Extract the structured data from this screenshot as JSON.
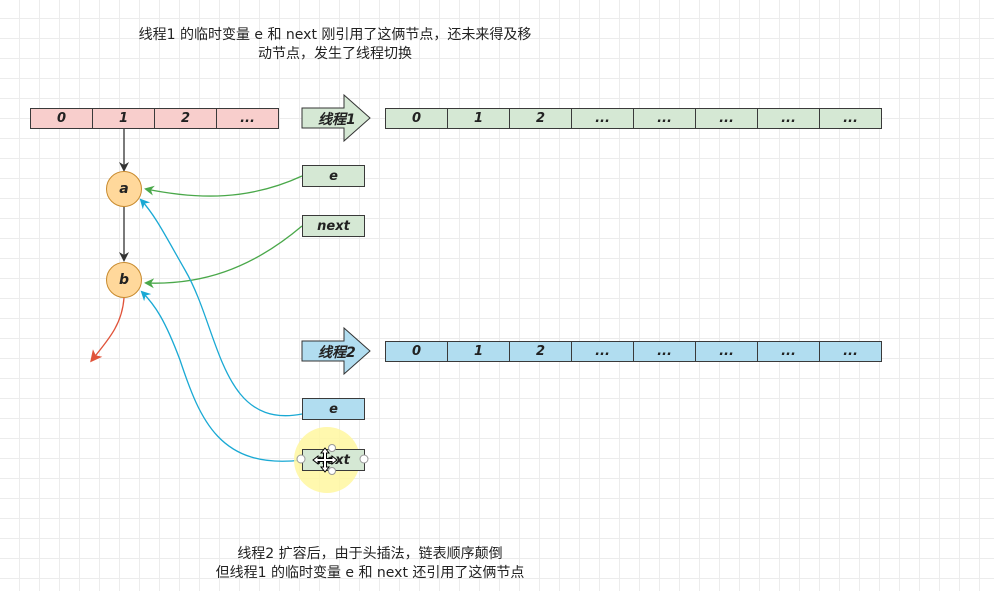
{
  "captions": {
    "top_line1": "线程1 的临时变量 e 和 next 刚引用了这俩节点，还未来得及移",
    "top_line2": "动节点，发生了线程切换",
    "bottom_line1": "线程2 扩容后，由于头插法，链表顺序颠倒",
    "bottom_line2": "但线程1 的临时变量 e 和 next 还引用了这俩节点"
  },
  "original_array": [
    "0",
    "1",
    "2",
    "..."
  ],
  "thread1": {
    "label": "线程1",
    "array": [
      "0",
      "1",
      "2",
      "...",
      "...",
      "...",
      "...",
      "..."
    ],
    "var_e": "e",
    "var_next": "next"
  },
  "thread2": {
    "label": "线程2",
    "array": [
      "0",
      "1",
      "2",
      "...",
      "...",
      "...",
      "...",
      "..."
    ],
    "var_e": "e",
    "var_next": "next"
  },
  "nodes": {
    "a": "a",
    "b": "b"
  },
  "colors": {
    "pink": "#f8cecc",
    "green": "#d5e8d4",
    "blue": "#b1ddf0",
    "node": "#ffd89b",
    "green_arrow": "#4aa84a",
    "blue_arrow": "#1aa9d4",
    "red_arrow": "#e0533a"
  }
}
